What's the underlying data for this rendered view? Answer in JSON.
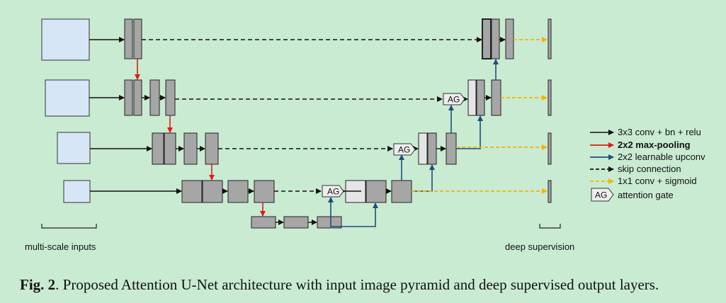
{
  "diagram": {
    "bottom_labels": {
      "multi_scale_inputs": "multi-scale inputs",
      "deep_supervision": "deep supervision"
    },
    "legend": [
      {
        "label": "3x3 conv + bn + relu",
        "color": "#111111",
        "style": "solid",
        "bold": false
      },
      {
        "label": "2x2 max-pooling",
        "color": "#e01b1b",
        "style": "solid",
        "bold": true
      },
      {
        "label": "2x2 learnable upconv",
        "color": "#1f4e79",
        "style": "solid",
        "bold": false
      },
      {
        "label": "skip connection",
        "color": "#111111",
        "style": "dashed",
        "bold": false
      },
      {
        "label": "1x1 conv + sigmoid",
        "color": "#f5b400",
        "style": "dashed",
        "bold": false
      }
    ],
    "legend_ag": {
      "symbol": "AG",
      "label": "attention gate"
    },
    "ag_symbol": "AG",
    "colors": {
      "background": "#c9ebd2",
      "input_fill": "#d6e6f7",
      "block_fill": "#a6a6a6",
      "light_block_fill": "#e5e5e5",
      "pool_arrow": "#e01b1b",
      "upconv_arrow": "#1f4e79",
      "supervision_arrow": "#f5b400"
    }
  },
  "caption": {
    "label": "Fig. 2",
    "text": ". Proposed Attention U-Net architecture with input image pyramid and deep supervised output layers."
  }
}
